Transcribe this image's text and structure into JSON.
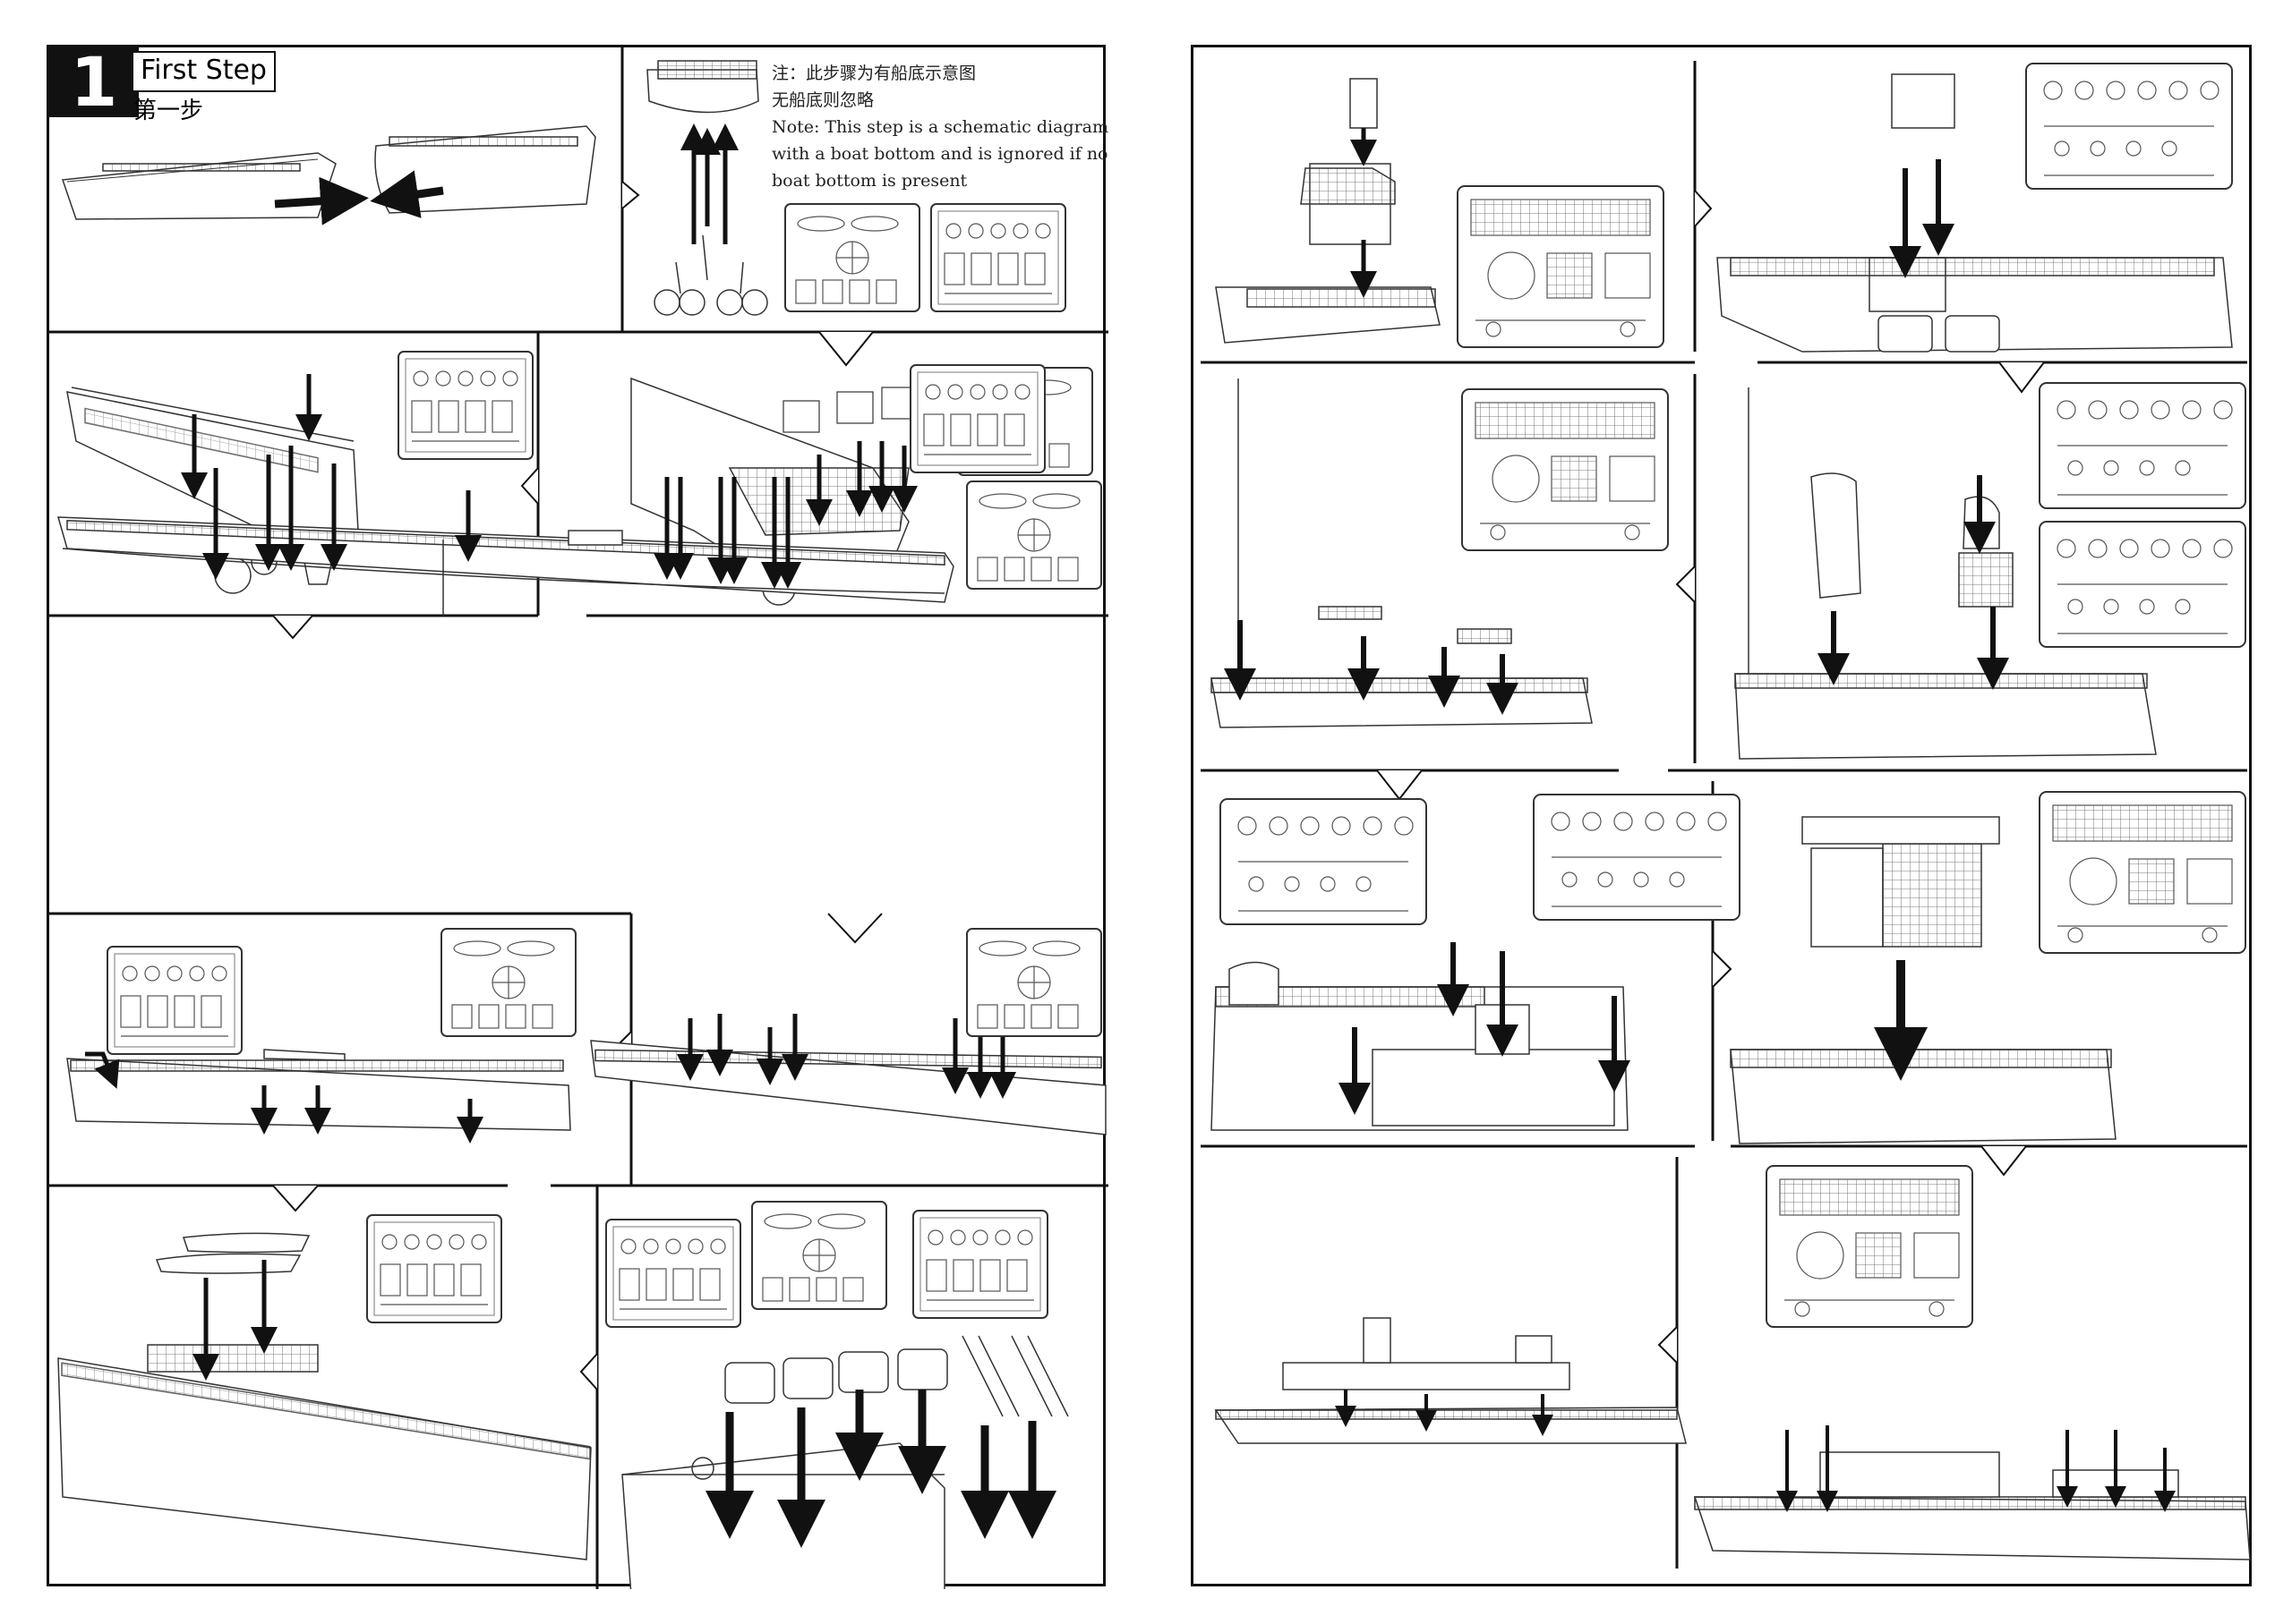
{
  "step": {
    "number": "1",
    "title_en": "First Step",
    "title_zh": "第一步"
  },
  "note": {
    "zh_line1": "注：此步骤为有船底示意图",
    "zh_line2": "无船底则忽略",
    "en_line1": "Note: This step is a schematic diagram",
    "en_line2": "with a boat bottom and is ignored if no",
    "en_line3": "boat bottom is present"
  },
  "colors": {
    "ink": "#111111",
    "paper": "#ffffff",
    "line": "#444444"
  }
}
